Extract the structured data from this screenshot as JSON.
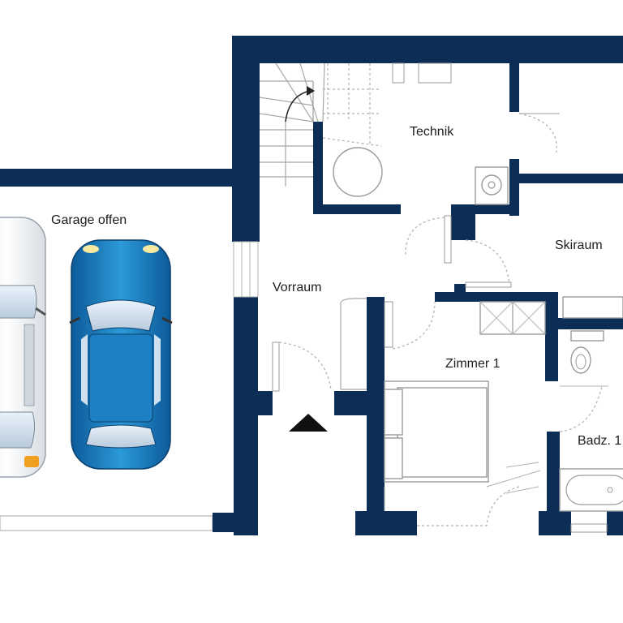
{
  "plan": {
    "rooms": {
      "garage": "Garage offen",
      "technik": "Technik",
      "skiraum": "Skiraum",
      "vorraum": "Vorraum",
      "zimmer1": "Zimmer 1",
      "bad": "Badz. 1"
    },
    "colors": {
      "wall": "#0c2d55",
      "car_blue": "#1f7fc0",
      "car_white": "#f2f4f7",
      "fixture_line": "#9a9a9a"
    },
    "icons": [
      "entrance-arrow-icon",
      "stair-direction-icon",
      "toilet-icon",
      "washbasin-icon",
      "bathtub-icon",
      "washing-machine-icon"
    ]
  }
}
